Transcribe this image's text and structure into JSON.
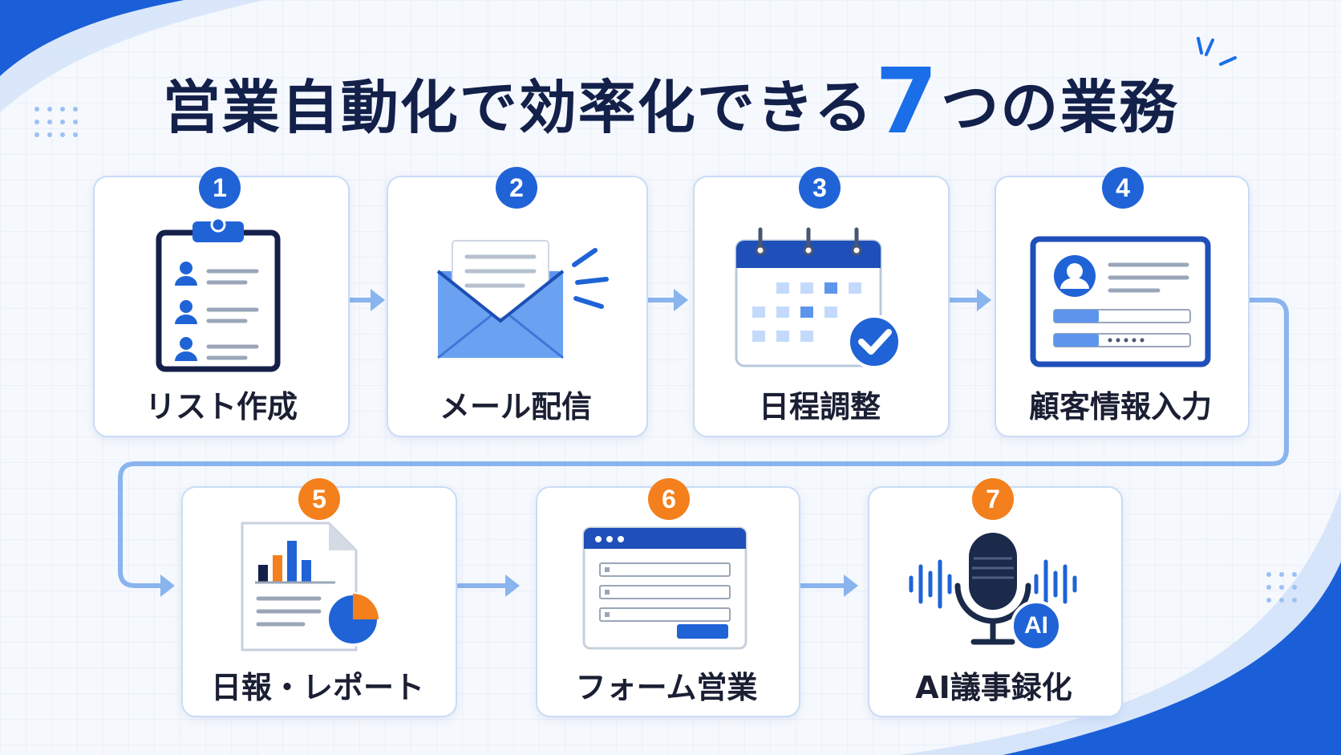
{
  "title": {
    "before": "営業自動化で効率化できる",
    "number": "7",
    "after": "つの業務"
  },
  "steps": [
    {
      "number": "1",
      "label": "リスト作成",
      "icon": "clipboard-list-icon",
      "badge_color": "#1f63d6"
    },
    {
      "number": "2",
      "label": "メール配信",
      "icon": "envelope-icon",
      "badge_color": "#1f63d6"
    },
    {
      "number": "3",
      "label": "日程調整",
      "icon": "calendar-check-icon",
      "badge_color": "#1f63d6"
    },
    {
      "number": "4",
      "label": "顧客情報入力",
      "icon": "profile-form-icon",
      "badge_color": "#1f63d6"
    },
    {
      "number": "5",
      "label": "日報・レポート",
      "icon": "report-chart-icon",
      "badge_color": "#f3801c"
    },
    {
      "number": "6",
      "label": "フォーム営業",
      "icon": "web-form-icon",
      "badge_color": "#f3801c"
    },
    {
      "number": "7",
      "label": "AI議事録化",
      "icon": "ai-microphone-icon",
      "badge_color": "#f3801c",
      "icon_text": "AI"
    }
  ],
  "colors": {
    "accent": "#1a6ee8",
    "badge_blue": "#1f63d6",
    "badge_orange": "#f3801c",
    "connector": "#8ab4ee"
  }
}
